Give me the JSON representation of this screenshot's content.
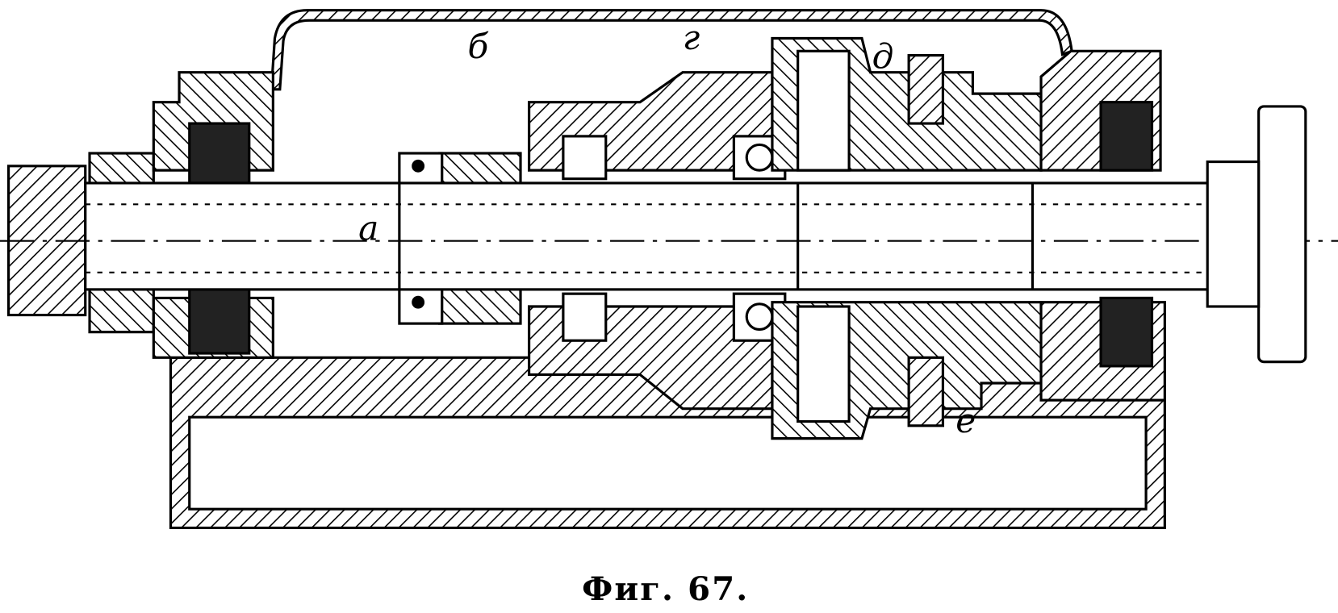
{
  "figure": {
    "caption": "Фиг. 67.",
    "labels": {
      "shaft": "а",
      "cover": "б",
      "housing": "г",
      "gear": "д",
      "nut": "е"
    },
    "ink_color": "#000000",
    "paper_color": "#ffffff"
  }
}
